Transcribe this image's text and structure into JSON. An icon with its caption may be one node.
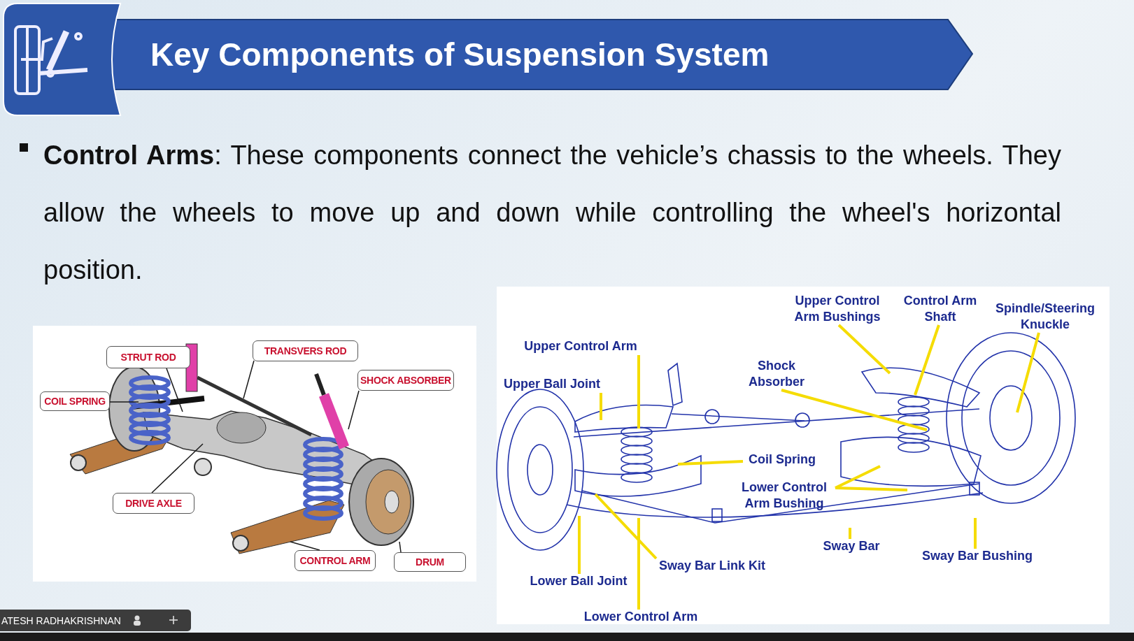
{
  "diagram": {
    "title": "Key Components of Suspension System",
    "nodes": [
      {
        "text": [
          "STRUT ROD"
        ]
      },
      {
        "text": [
          "TRANSVERS ROD"
        ]
      },
      {
        "text": [
          "COIL SPRING"
        ]
      },
      {
        "text": [
          "SHOCK ABSORBER"
        ]
      },
      {
        "text": [
          "DRIVE AXLE"
        ]
      },
      {
        "text": [
          "CONTROL ARM"
        ]
      },
      {
        "text": [
          "DRUM"
        ]
      },
      {
        "text": [
          "Upper Control Arm Bushings"
        ]
      },
      {
        "text": [
          "Control Arm Shaft"
        ]
      },
      {
        "text": [
          "Spindle/Steering Knuckle"
        ]
      },
      {
        "text": [
          "Upper Control Arm"
        ]
      },
      {
        "text": [
          "Upper Ball Joint"
        ]
      },
      {
        "text": [
          "Shock Absorber"
        ]
      },
      {
        "text": [
          "Coil Spring"
        ]
      },
      {
        "text": [
          "Lower Control Arm Bushing"
        ]
      },
      {
        "text": [
          "Sway Bar"
        ]
      },
      {
        "text": [
          "Sway Bar Link Kit"
        ]
      },
      {
        "text": [
          "Sway Bar Bushing"
        ]
      },
      {
        "text": [
          "Lower Ball Joint"
        ]
      },
      {
        "text": [
          "Lower Control Arm"
        ]
      }
    ],
    "edges": [
      {
        "from": 0,
        "to": null,
        "arrow": "none",
        "color": "#1a1a1a"
      },
      {
        "from": 1,
        "to": null,
        "arrow": "none",
        "color": "#1a1a1a"
      },
      {
        "from": 2,
        "to": null,
        "arrow": "none",
        "color": "#1a1a1a"
      },
      {
        "from": 3,
        "to": null,
        "arrow": "none",
        "color": "#1a1a1a"
      },
      {
        "from": 4,
        "to": null,
        "arrow": "none",
        "color": "#1a1a1a"
      },
      {
        "from": 5,
        "to": null,
        "arrow": "none",
        "color": "#1a1a1a"
      },
      {
        "from": 6,
        "to": null,
        "arrow": "none",
        "color": "#1a1a1a"
      },
      {
        "from": 7,
        "to": null,
        "arrow": "none"
      },
      {
        "from": 8,
        "to": null,
        "arrow": "none"
      },
      {
        "from": 9,
        "to": null,
        "arrow": "none"
      },
      {
        "from": 10,
        "to": null,
        "arrow": "none"
      },
      {
        "from": 11,
        "to": null,
        "arrow": "none"
      },
      {
        "from": 12,
        "to": null,
        "arrow": "none"
      },
      {
        "from": 13,
        "to": null,
        "arrow": "none"
      },
      {
        "from": 14,
        "to": null,
        "arrow": "none"
      },
      {
        "from": 14,
        "to": null,
        "arrow": "none"
      },
      {
        "from": 15,
        "to": null,
        "arrow": "none"
      },
      {
        "from": 16,
        "to": null,
        "arrow": "none"
      },
      {
        "from": 17,
        "to": null,
        "arrow": "none"
      },
      {
        "from": 18,
        "to": null,
        "arrow": "none"
      },
      {
        "from": 19,
        "to": null,
        "arrow": "none"
      }
    ],
    "labels": [
      "**Control Arms**: These components connect the vehicle’s chassis to the wheels. They allow the wheels to move up and down while controlling the wheel's horizontal position.",
      "ATESH RADHAKRISHNAN"
    ]
  }
}
